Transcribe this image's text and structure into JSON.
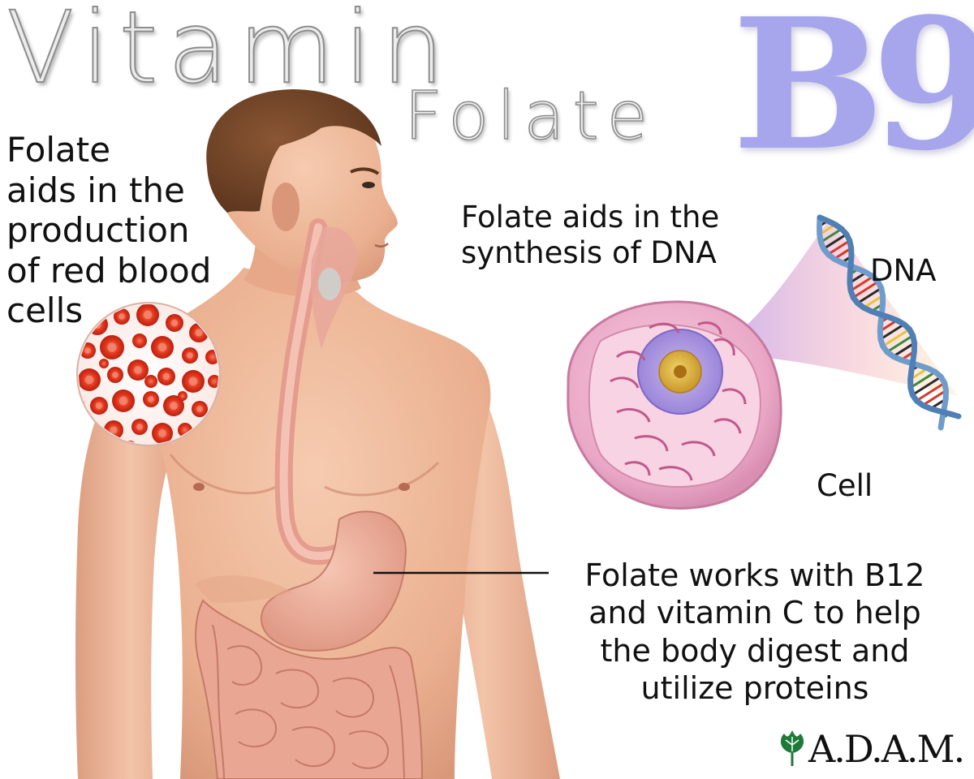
{
  "title": {
    "vitamin": "Vitamin",
    "folate": "Folate",
    "b9": "B9"
  },
  "captions": {
    "red_blood_cells": "Folate\naids in the\nproduction\nof red blood\ncells",
    "dna_synthesis": "Folate aids in the\nsynthesis of DNA",
    "dna_label": "DNA",
    "cell_label": "Cell",
    "proteins": "Folate works with B12\nand vitamin C to help\nthe body digest and\nutilize proteins"
  },
  "logo": {
    "text": "A.D.A.M.",
    "icon": "leaf-icon"
  },
  "colors": {
    "b9": "#a7a6ec",
    "skin": "#efb89a",
    "blood_cell": "#e0321b",
    "cell_pink": "#f2b7cf",
    "dna_blue": "#6f9ccc"
  }
}
